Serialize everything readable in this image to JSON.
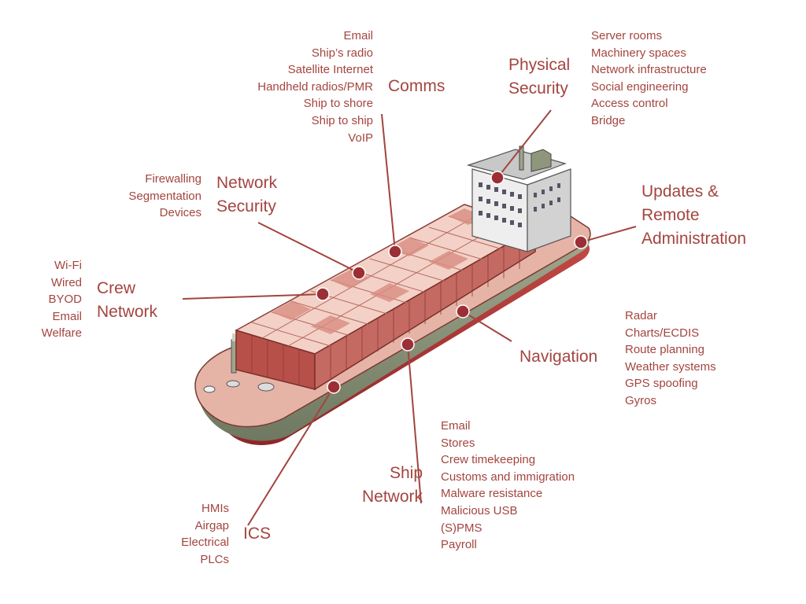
{
  "categories": [
    {
      "key": "comms",
      "title": [
        "Comms"
      ],
      "items": [
        "Email",
        "Ship’s radio",
        "Satellite Internet",
        "Handheld radios/PMR",
        "Ship to shore",
        "Ship to ship",
        "VoIP"
      ]
    },
    {
      "key": "physical",
      "title": [
        "Physical",
        "Security"
      ],
      "items": [
        "Server rooms",
        "Machinery spaces",
        "Network infrastructure",
        "Social engineering",
        "Access control",
        "Bridge"
      ]
    },
    {
      "key": "network",
      "title": [
        "Network",
        "Security"
      ],
      "items": [
        "Firewalling",
        "Segmentation",
        "Devices"
      ]
    },
    {
      "key": "updates",
      "title": [
        "Updates &",
        "Remote",
        "Administration"
      ],
      "items": []
    },
    {
      "key": "crew",
      "title": [
        "Crew",
        "Network"
      ],
      "items": [
        "Wi-Fi",
        "Wired",
        "BYOD",
        "Email",
        "Welfare"
      ]
    },
    {
      "key": "navigation",
      "title": [
        "Navigation"
      ],
      "items": [
        "Radar",
        "Charts/ECDIS",
        "Route planning",
        "Weather systems",
        "GPS spoofing",
        "Gyros"
      ]
    },
    {
      "key": "shipnet",
      "title": [
        "Ship",
        "Network"
      ],
      "items": [
        "Email",
        "Stores",
        "Crew timekeeping",
        "Customs and immigration",
        "Malware resistance",
        "Malicious USB",
        "(S)PMS",
        "Payroll"
      ]
    },
    {
      "key": "ics",
      "title": [
        "ICS"
      ],
      "items": [
        "HMIs",
        "Airgap",
        "Electrical",
        "PLCs"
      ]
    }
  ],
  "colors": {
    "accent": "#a3453f",
    "dot": "#9b2f35",
    "hull_red": "#b23a3a",
    "hull_green": "#8e977c",
    "deck": "#e0a99c"
  }
}
